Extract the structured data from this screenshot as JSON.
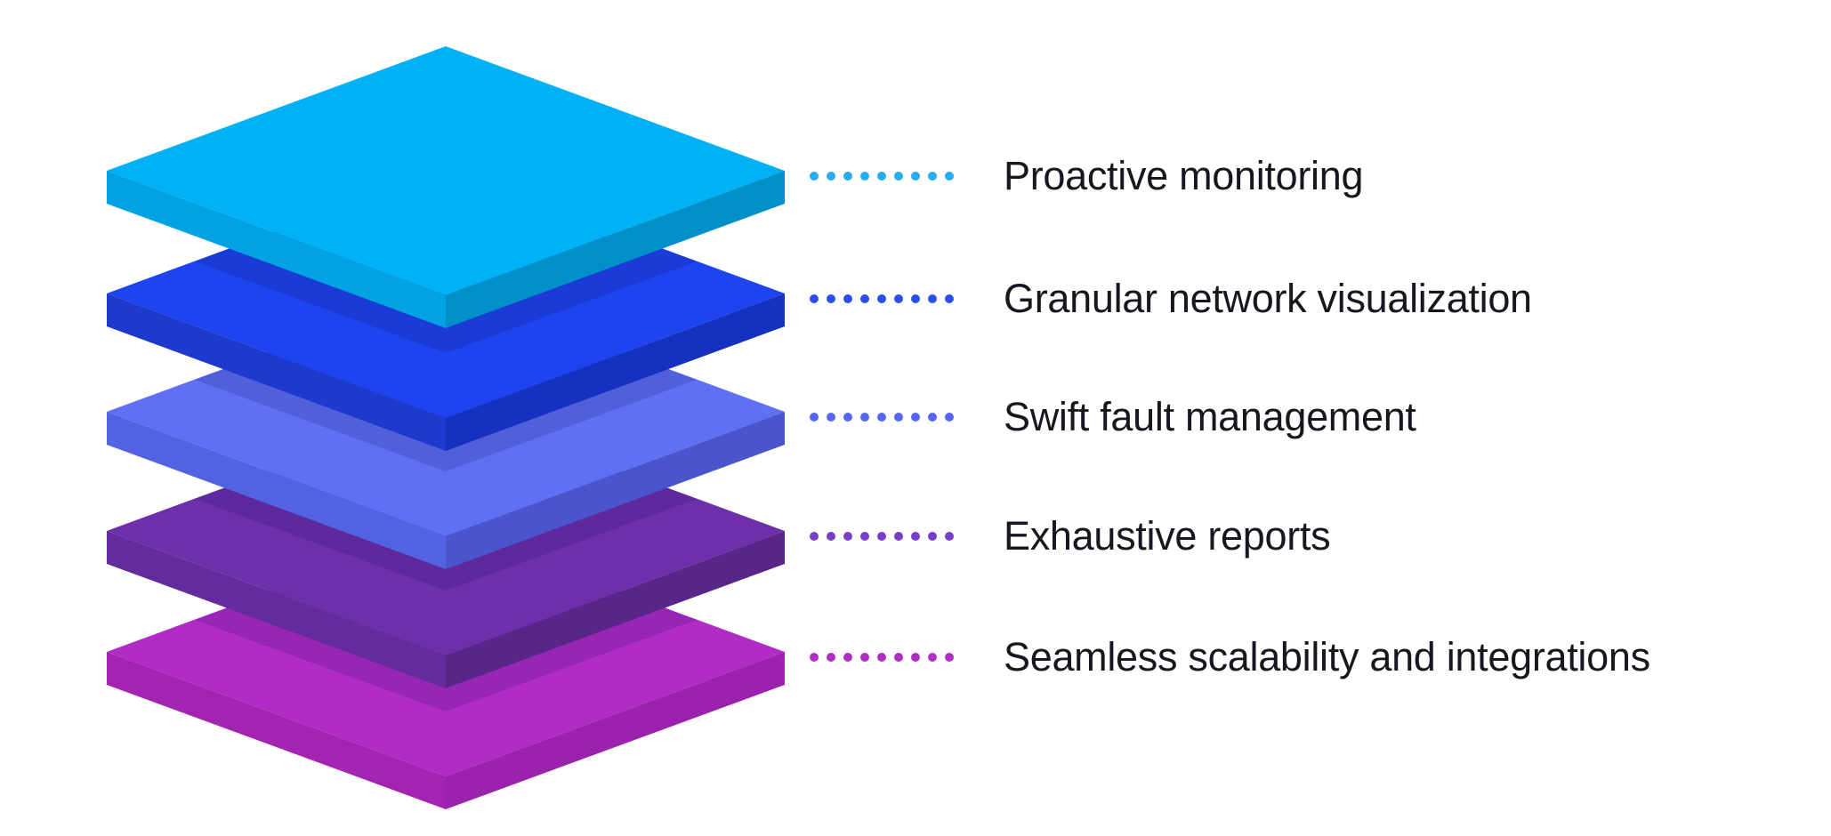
{
  "background": "#ffffff",
  "text_color": "#17171f",
  "dots_per_row": 9,
  "shadow_overlay": "rgba(15,15,85,0.16)",
  "layers": [
    {
      "label": "Proactive monitoring",
      "dot_color": "#25acf2",
      "faces": {
        "top": "#00b2f5",
        "left": "#00a2e2",
        "right": "#0090c9"
      }
    },
    {
      "label": "Granular network visualization",
      "dot_color": "#2b50e8",
      "faces": {
        "top": "#1e44ef",
        "left": "#1d39ce",
        "right": "#1531bf"
      }
    },
    {
      "label": "Swift fault management",
      "dot_color": "#5667ee",
      "faces": {
        "top": "#5f70f4",
        "left": "#5362e0",
        "right": "#4a55cc"
      }
    },
    {
      "label": "Exhaustive reports",
      "dot_color": "#7b3ec8",
      "faces": {
        "top": "#6d2faa",
        "left": "#632b9c",
        "right": "#582689"
      }
    },
    {
      "label": "Seamless scalability and integrations",
      "dot_color": "#b12ec4",
      "faces": {
        "top": "#b12cc5",
        "left": "#a424b2",
        "right": "#9a22ac"
      }
    }
  ]
}
